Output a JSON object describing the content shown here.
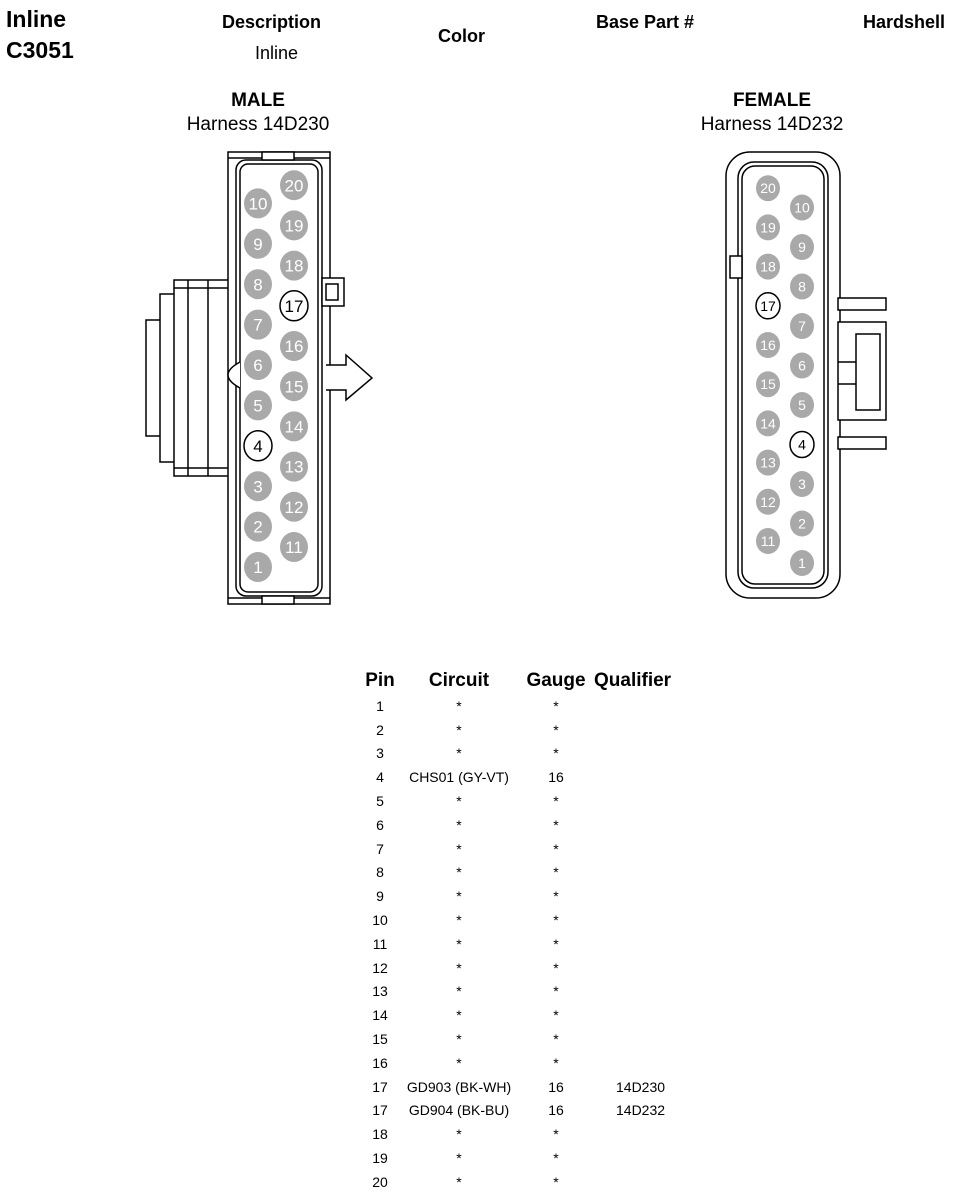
{
  "header": {
    "connector_type": "Inline",
    "connector_id": "C3051",
    "description_label": "Description",
    "description_value": "Inline",
    "color_label": "Color",
    "base_part_label": "Base Part #",
    "hardshell_label": "Hardshell"
  },
  "male": {
    "title": "MALE",
    "harness": "Harness 14D230"
  },
  "female": {
    "title": "FEMALE",
    "harness": "Harness 14D232"
  },
  "table": {
    "headers": {
      "pin": "Pin",
      "circuit": "Circuit",
      "gauge": "Gauge",
      "qualifier": "Qualifier"
    },
    "rows": [
      {
        "pin": "1",
        "circuit": "*",
        "gauge": "*",
        "qualifier": ""
      },
      {
        "pin": "2",
        "circuit": "*",
        "gauge": "*",
        "qualifier": ""
      },
      {
        "pin": "3",
        "circuit": "*",
        "gauge": "*",
        "qualifier": ""
      },
      {
        "pin": "4",
        "circuit": "CHS01 (GY-VT)",
        "gauge": "16",
        "qualifier": ""
      },
      {
        "pin": "5",
        "circuit": "*",
        "gauge": "*",
        "qualifier": ""
      },
      {
        "pin": "6",
        "circuit": "*",
        "gauge": "*",
        "qualifier": ""
      },
      {
        "pin": "7",
        "circuit": "*",
        "gauge": "*",
        "qualifier": ""
      },
      {
        "pin": "8",
        "circuit": "*",
        "gauge": "*",
        "qualifier": ""
      },
      {
        "pin": "9",
        "circuit": "*",
        "gauge": "*",
        "qualifier": ""
      },
      {
        "pin": "10",
        "circuit": "*",
        "gauge": "*",
        "qualifier": ""
      },
      {
        "pin": "11",
        "circuit": "*",
        "gauge": "*",
        "qualifier": ""
      },
      {
        "pin": "12",
        "circuit": "*",
        "gauge": "*",
        "qualifier": ""
      },
      {
        "pin": "13",
        "circuit": "*",
        "gauge": "*",
        "qualifier": ""
      },
      {
        "pin": "14",
        "circuit": "*",
        "gauge": "*",
        "qualifier": ""
      },
      {
        "pin": "15",
        "circuit": "*",
        "gauge": "*",
        "qualifier": ""
      },
      {
        "pin": "16",
        "circuit": "*",
        "gauge": "*",
        "qualifier": ""
      },
      {
        "pin": "17",
        "circuit": "GD903 (BK-WH)",
        "gauge": "16",
        "qualifier": "14D230"
      },
      {
        "pin": "17",
        "circuit": "GD904 (BK-BU)",
        "gauge": "16",
        "qualifier": "14D232"
      },
      {
        "pin": "18",
        "circuit": "*",
        "gauge": "*",
        "qualifier": ""
      },
      {
        "pin": "19",
        "circuit": "*",
        "gauge": "*",
        "qualifier": ""
      },
      {
        "pin": "20",
        "circuit": "*",
        "gauge": "*",
        "qualifier": ""
      }
    ]
  },
  "colors": {
    "pin_fill": "#a9a9a9",
    "pin_text": "#ffffff",
    "outline": "#000000"
  }
}
